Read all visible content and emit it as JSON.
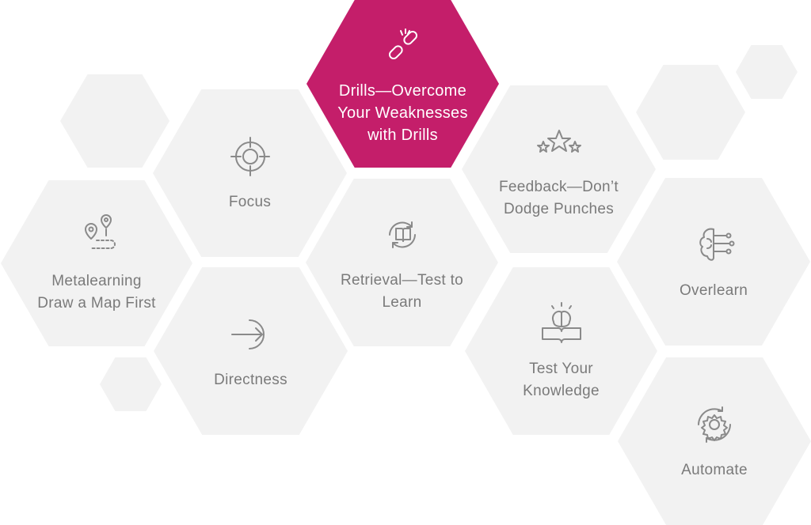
{
  "colors": {
    "tile": "#f2f2f2",
    "active": "#c41e6a",
    "text": "#7a7a7a",
    "active_text": "#ffffff"
  },
  "tiles": [
    {
      "id": "drills",
      "icon": "broken-chain-icon",
      "label": "Drills—Overcome\nYour Weaknesses\nwith Drills",
      "active": true
    },
    {
      "id": "focus",
      "icon": "target-icon",
      "label": "Focus",
      "active": false
    },
    {
      "id": "metalearning",
      "icon": "map-route-icon",
      "label": "Metalearning\nDraw a Map First",
      "active": false
    },
    {
      "id": "directness",
      "icon": "arrow-in-circle-icon",
      "label": "Directness",
      "active": false
    },
    {
      "id": "retrieval",
      "icon": "book-cycle-icon",
      "label": "Retrieval—Test to\nLearn",
      "active": false
    },
    {
      "id": "feedback",
      "icon": "stars-icon",
      "label": "Feedback—Don’t\nDodge Punches",
      "active": false
    },
    {
      "id": "test-knowledge",
      "icon": "brain-book-icon",
      "label": "Test Your\nKnowledge",
      "active": false
    },
    {
      "id": "overlearn",
      "icon": "brain-circuit-icon",
      "label": "Overlearn",
      "active": false
    },
    {
      "id": "automate",
      "icon": "gear-cycle-icon",
      "label": "Automate",
      "active": false
    }
  ]
}
